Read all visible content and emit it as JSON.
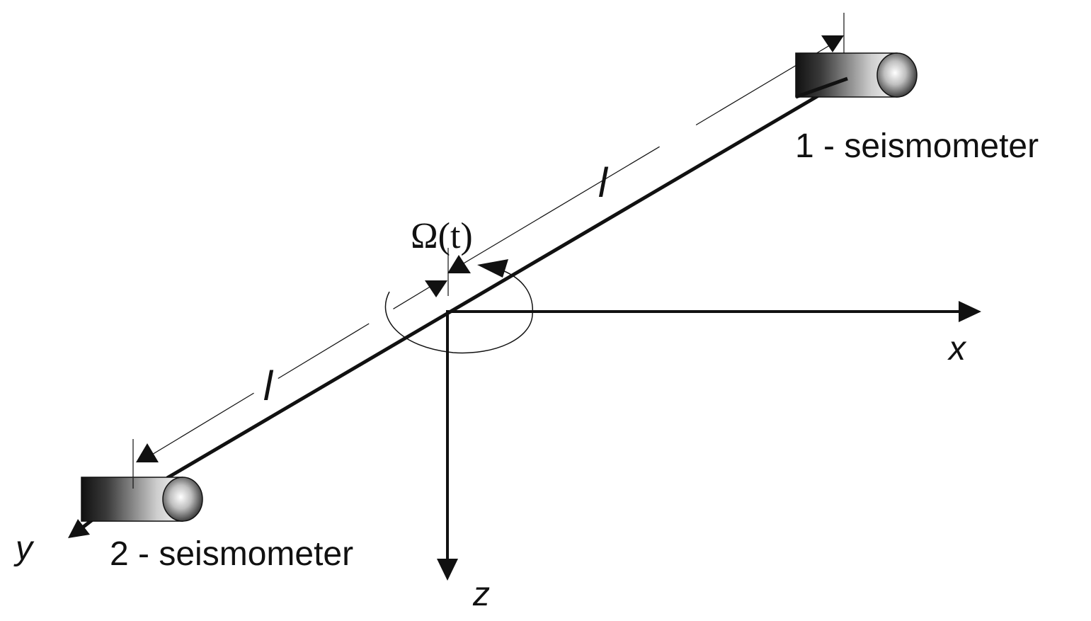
{
  "labels": {
    "axis_x": "x",
    "axis_y": "y",
    "axis_z": "z",
    "length_upper": "l",
    "length_lower": "l",
    "rotation": "Ω(t)",
    "seismometer_1": "1 - seismometer",
    "seismometer_2": "2 - seismometer"
  },
  "colors": {
    "ink": "#111111",
    "body_dark": "#1a1a1a",
    "body_light": "#f2f2f2",
    "background": "#ffffff"
  },
  "icons": {
    "seismometer": "cylinder-icon",
    "rotation": "circular-arrow-icon"
  }
}
